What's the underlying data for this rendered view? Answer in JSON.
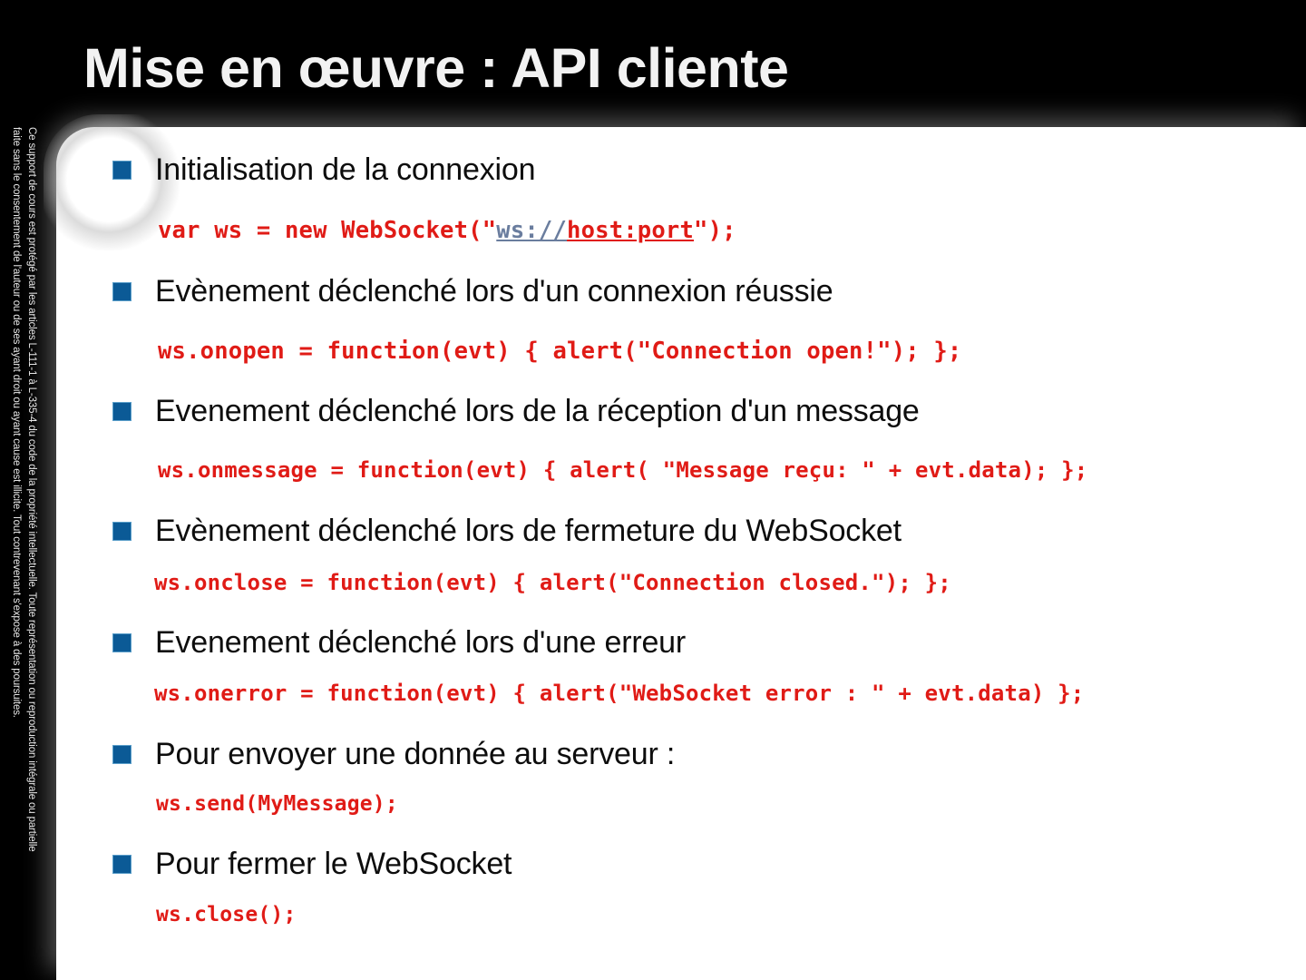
{
  "slide": {
    "title": "Mise en œuvre : API cliente",
    "title_color": "#f2f2f2",
    "background_color": "#000000",
    "panel_color": "#ffffff",
    "bullet_color": "#0b5a96",
    "code_color": "#e01b16",
    "link_color": "#6a7d9e"
  },
  "copyright": {
    "line1": "Ce support de cours est protégé par les articles L-111-1 à L-335-4 du code de la propriété intellectuelle. Toute représentation ou reproduction intégrale ou partielle",
    "line2": "faite sans le consentement de l'auteur  ou de ses ayant droit ou ayant cause est illicite. Tout contrevenant s'expose à des poursuites."
  },
  "bullets": [
    {
      "label": "Initialisation de la connexion"
    },
    {
      "label": "Evènement déclenché lors d'un connexion réussie"
    },
    {
      "label": "Evenement déclenché lors de la réception d'un message"
    },
    {
      "label": "Evènement déclenché lors de fermeture du WebSocket"
    },
    {
      "label": "Evenement déclenché lors d'une erreur"
    },
    {
      "label": "Pour envoyer une donnée au serveur :"
    },
    {
      "label": "Pour fermer le WebSocket"
    }
  ],
  "code": {
    "line1_prefix": "var ws = new WebSocket(\"",
    "line1_link": "ws://",
    "line1_host": "host:port",
    "line1_suffix": "\");",
    "line2": "ws.onopen = function(evt) { alert(\"Connection open!\"); };",
    "line3": "ws.onmessage = function(evt) { alert( \"Message reçu: \" + evt.data); };",
    "line4": "ws.onclose = function(evt) { alert(\"Connection closed.\"); };",
    "line5": "ws.onerror = function(evt) { alert(\"WebSocket error : \" + evt.data) };",
    "line6": "ws.send(MyMessage);",
    "line7": "ws.close();"
  }
}
